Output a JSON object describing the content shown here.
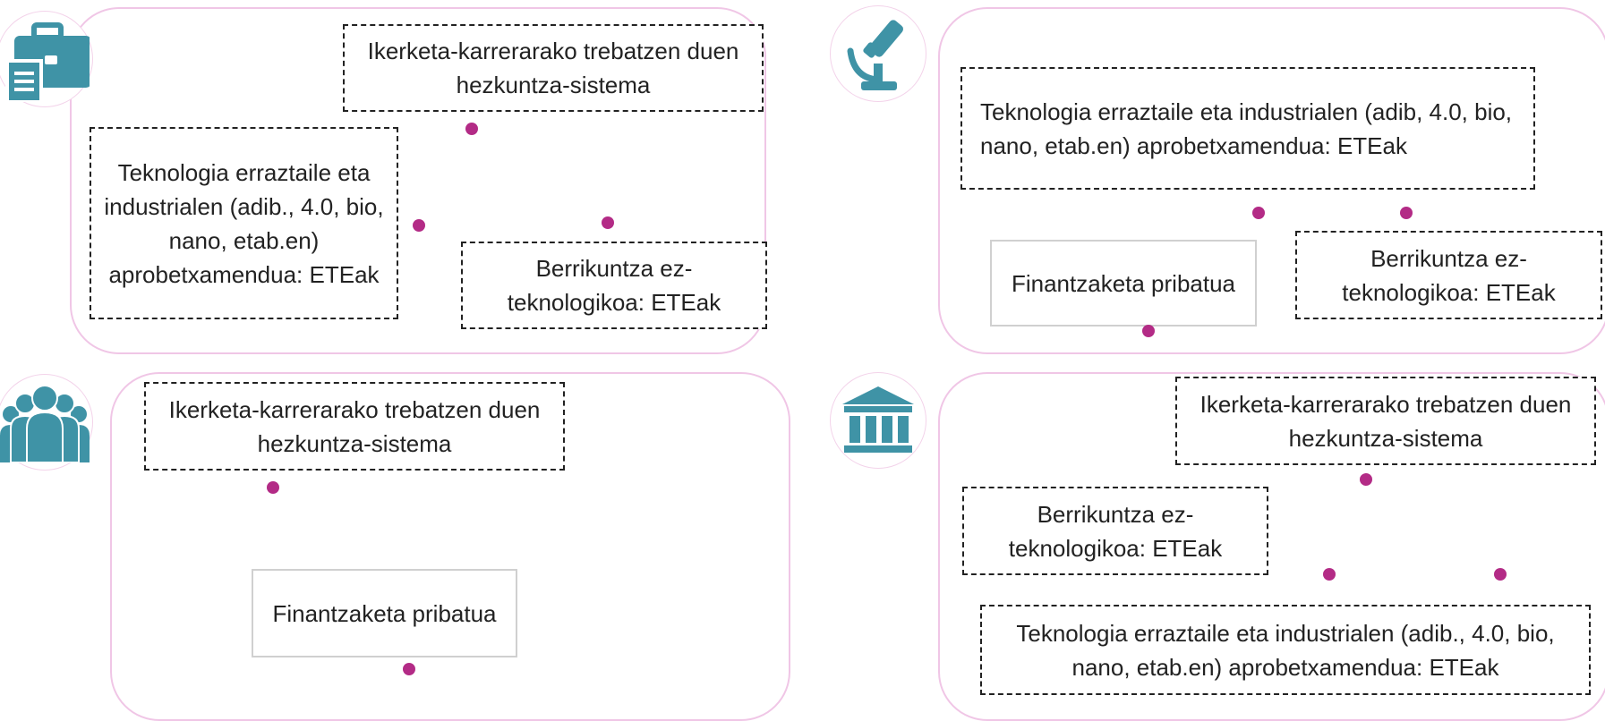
{
  "colors": {
    "panel_border": "#f0c6e6",
    "icon": "#3f93a6",
    "dot": "#b32b86"
  },
  "quadrants": {
    "business": {
      "icon": "briefcase-document-icon",
      "boxes": [
        "Ikerketa-karrerarako trebatzen duen hezkuntza-sistema",
        "Teknologia erraztaile eta industrialen (adib., 4.0, bio, nano, etab.en) aprobetxamendua: ETEak",
        "Berrikuntza ez-teknologikoa: ETEak"
      ]
    },
    "research": {
      "icon": "microscope-icon",
      "boxes": [
        "Teknologia erraztaile eta industrialen (adib, 4.0, bio, nano, etab.en) aprobetxamendua: ETEak",
        "Finantzaketa pribatua",
        "Berrikuntza ez-teknologikoa: ETEak"
      ]
    },
    "society": {
      "icon": "people-group-icon",
      "boxes": [
        "Ikerketa-karrerarako trebatzen duen hezkuntza-sistema",
        "Finantzaketa pribatua"
      ]
    },
    "government": {
      "icon": "government-building-icon",
      "boxes": [
        "Ikerketa-karrerarako trebatzen duen hezkuntza-sistema",
        "Berrikuntza ez-teknologikoa: ETEak",
        "Teknologia erraztaile eta industrialen (adib., 4.0, bio, nano, etab.en) aprobetxamendua: ETEak"
      ]
    }
  }
}
